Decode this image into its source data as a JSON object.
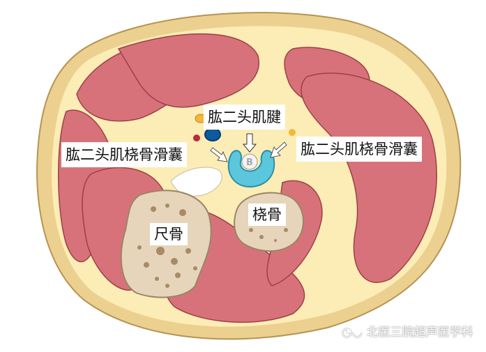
{
  "labels": {
    "biceps_tendon": "肱二头肌腱",
    "bursa_left": "肱二头肌桡骨滑囊",
    "bursa_right": "肱二头肌桡骨滑囊",
    "radius": "桡骨",
    "ulna": "尺骨",
    "tendon_marker": "B"
  },
  "watermark": {
    "icon": "wechat-icon",
    "text": "北医三院超声医学科"
  },
  "colors": {
    "skin": "#ecd08f",
    "fat": "#fbedb5",
    "muscle": "#d8727a",
    "bone": "#e6d5bb",
    "bursa": "#5bc6dc"
  }
}
